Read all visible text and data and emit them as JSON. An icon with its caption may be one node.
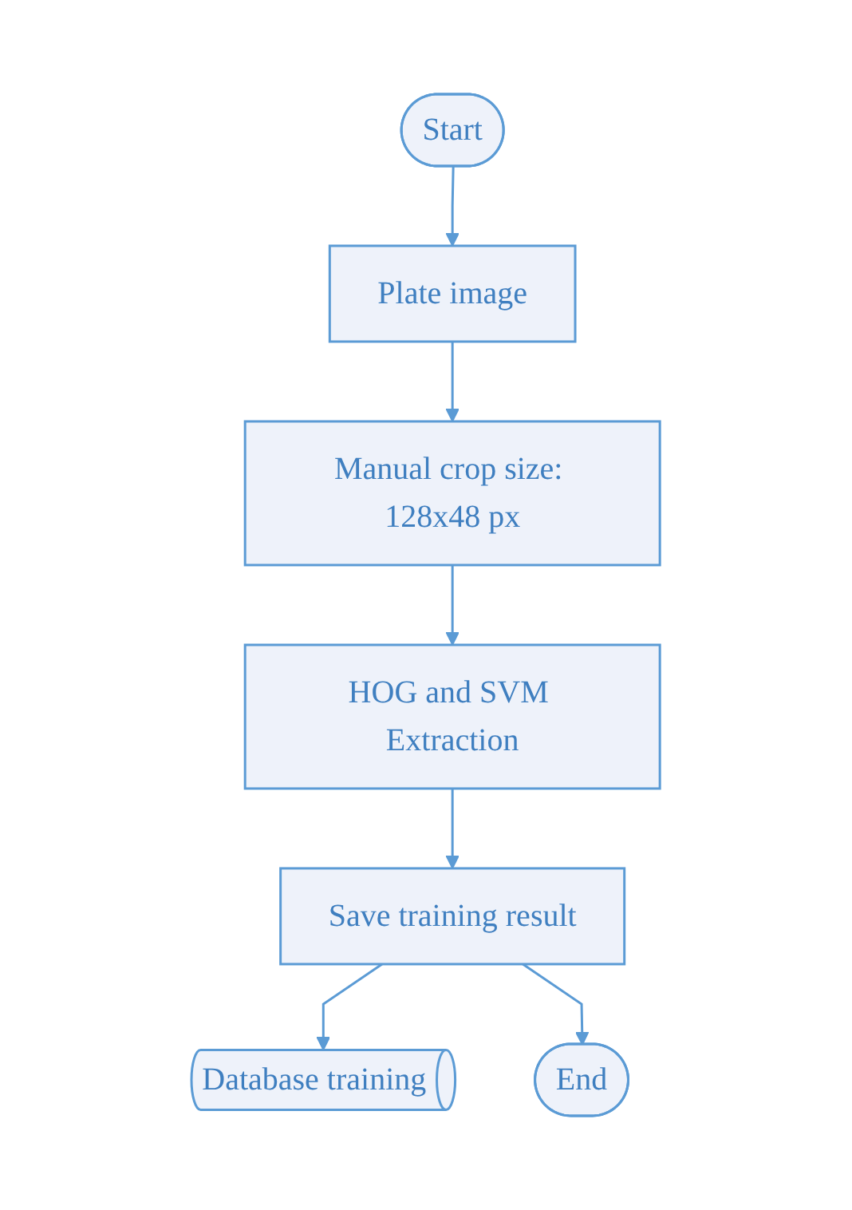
{
  "diagram": {
    "nodes": [
      {
        "text": [
          "Start"
        ]
      },
      {
        "text": [
          "Plate image"
        ]
      },
      {
        "text": [
          "Manual crop size: 128x48 px"
        ]
      },
      {
        "text": [
          "HOG and SVM Extraction"
        ]
      },
      {
        "text": [
          "Save training result"
        ]
      },
      {
        "text": [
          "Database training"
        ]
      },
      {
        "text": [
          "End"
        ]
      }
    ],
    "edges": [
      {
        "from": 0,
        "to": 1,
        "arrow": "to"
      },
      {
        "from": 1,
        "to": 2,
        "arrow": "to"
      },
      {
        "from": 2,
        "to": 3,
        "arrow": "to"
      },
      {
        "from": 3,
        "to": 4,
        "arrow": "to"
      },
      {
        "from": 4,
        "to": 5,
        "arrow": "to"
      },
      {
        "from": 4,
        "to": 6,
        "arrow": "to"
      }
    ]
  }
}
